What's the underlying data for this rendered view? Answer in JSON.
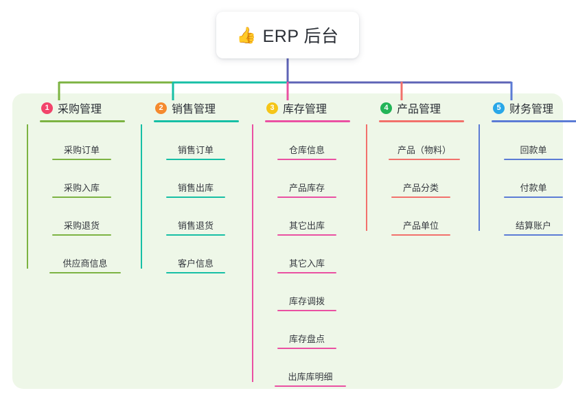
{
  "root": {
    "icon": "thumbs-up-icon",
    "icon_glyph": "👍",
    "label": "ERP 后台"
  },
  "panel": {
    "background": "#eef7e8"
  },
  "bus": {
    "segments": [
      {
        "name": "green-segment",
        "color": "#7cb342"
      },
      {
        "name": "teal-segment",
        "color": "#16bfa5"
      },
      {
        "name": "indigo-segment",
        "color": "#5e63b6"
      }
    ]
  },
  "columns": [
    {
      "index": "1",
      "title": "采购管理",
      "badge_color": "#f2446b",
      "line_color": "#7cb342",
      "items": [
        {
          "label": "采购订单"
        },
        {
          "label": "采购入库"
        },
        {
          "label": "采购退货"
        },
        {
          "label": "供应商信息"
        }
      ]
    },
    {
      "index": "2",
      "title": "销售管理",
      "badge_color": "#f58a2e",
      "line_color": "#16bfa5",
      "items": [
        {
          "label": "销售订单"
        },
        {
          "label": "销售出库"
        },
        {
          "label": "销售退货"
        },
        {
          "label": "客户信息"
        }
      ]
    },
    {
      "index": "3",
      "title": "库存管理",
      "badge_color": "#f5c518",
      "line_color": "#ea50a2",
      "items": [
        {
          "label": "仓库信息"
        },
        {
          "label": "产品库存"
        },
        {
          "label": "其它出库"
        },
        {
          "label": "其它入库"
        },
        {
          "label": "库存调拨"
        },
        {
          "label": "库存盘点"
        },
        {
          "label": "出库库明细"
        }
      ]
    },
    {
      "index": "4",
      "title": "产品管理",
      "badge_color": "#22b457",
      "line_color": "#f2706b",
      "items": [
        {
          "label": "产品（物料）"
        },
        {
          "label": "产品分类"
        },
        {
          "label": "产品单位"
        }
      ]
    },
    {
      "index": "5",
      "title": "财务管理",
      "badge_color": "#29a7e8",
      "line_color": "#5b7bd5",
      "items": [
        {
          "label": "回款单"
        },
        {
          "label": "付款单"
        },
        {
          "label": "结算账户"
        }
      ]
    }
  ]
}
